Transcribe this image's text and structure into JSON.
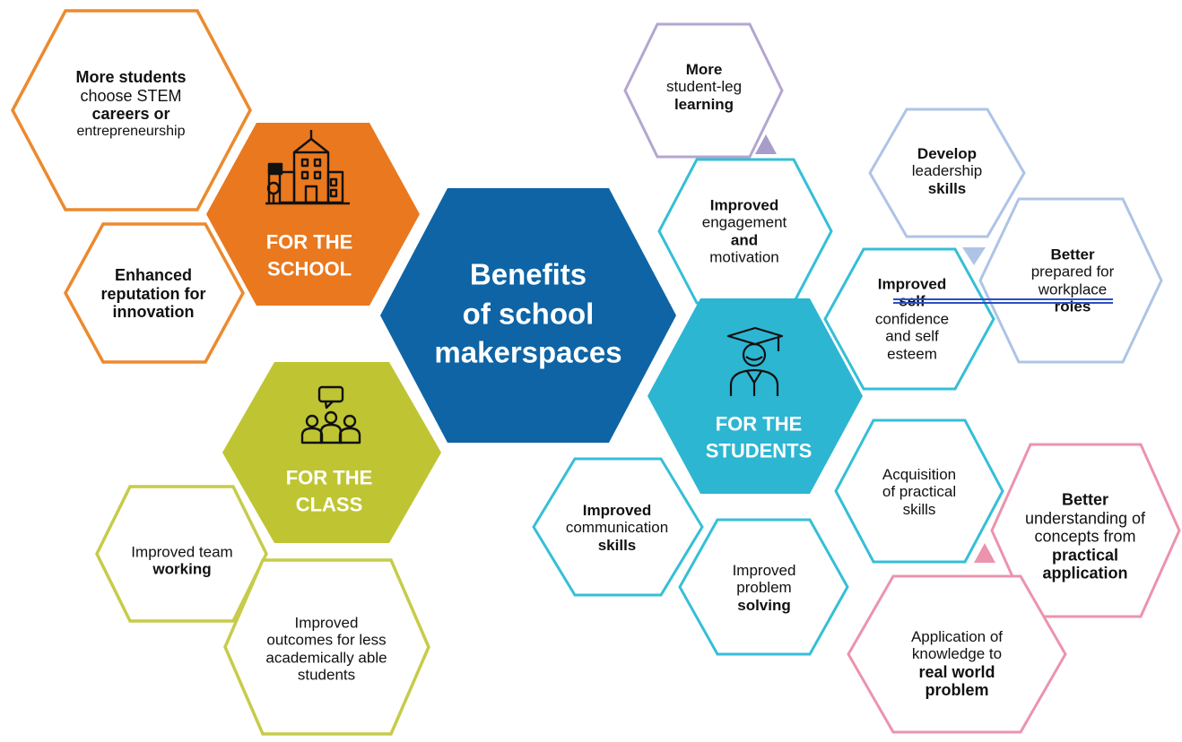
{
  "center": {
    "lines": [
      "Benefits",
      "of school",
      "makerspaces"
    ],
    "color": "#0e64a5"
  },
  "categories": {
    "school": {
      "lines": [
        "FOR THE",
        "SCHOOL"
      ],
      "color": "#e9781e",
      "icon": "school-building-icon"
    },
    "class": {
      "lines": [
        "FOR THE",
        "CLASS"
      ],
      "color": "#bfc532",
      "icon": "group-discussion-icon"
    },
    "students": {
      "lines": [
        "FOR THE",
        "STUDENTS"
      ],
      "color": "#2cb6d2",
      "icon": "graduate-student-icon"
    }
  },
  "benefits": {
    "school": [
      {
        "lines": [
          "More students",
          "choose STEM",
          "careers or",
          "entrepreneurship"
        ]
      },
      {
        "lines": [
          "Enhanced",
          "reputation for",
          "innovation"
        ]
      }
    ],
    "class": [
      {
        "lines": [
          "Improved team",
          "working"
        ]
      },
      {
        "lines": [
          "Improved",
          "outcomes for less",
          "academically able",
          "students"
        ]
      }
    ],
    "students": [
      {
        "lines": [
          "More",
          "student-leg",
          "learning"
        ]
      },
      {
        "lines": [
          "Improved",
          "engagement",
          "and",
          "motivation"
        ]
      },
      {
        "lines": [
          "Develop",
          "leadership",
          "skills"
        ]
      },
      {
        "lines": [
          "Better",
          "prepared for",
          "workplace",
          "roles"
        ]
      },
      {
        "lines": [
          "Improved",
          "self",
          "confidence",
          "and self",
          "esteem"
        ]
      },
      {
        "lines": [
          "Acquisition",
          "of practical",
          "skills"
        ]
      },
      {
        "lines": [
          "Better",
          "understanding of",
          "concepts from",
          "practical",
          "application"
        ]
      },
      {
        "lines": [
          "Application of",
          "knowledge to",
          "real world",
          "problem"
        ]
      },
      {
        "lines": [
          "Improved",
          "communication",
          "skills"
        ]
      },
      {
        "lines": [
          "Improved",
          "problem",
          "solving"
        ]
      }
    ]
  },
  "colors": {
    "orange": "#ec8a2e",
    "lime": "#c6cc49",
    "cyan": "#35bfd6",
    "lavender": "#b3a6d0",
    "light_blue": "#aec4e6",
    "pink": "#ec93ad"
  }
}
